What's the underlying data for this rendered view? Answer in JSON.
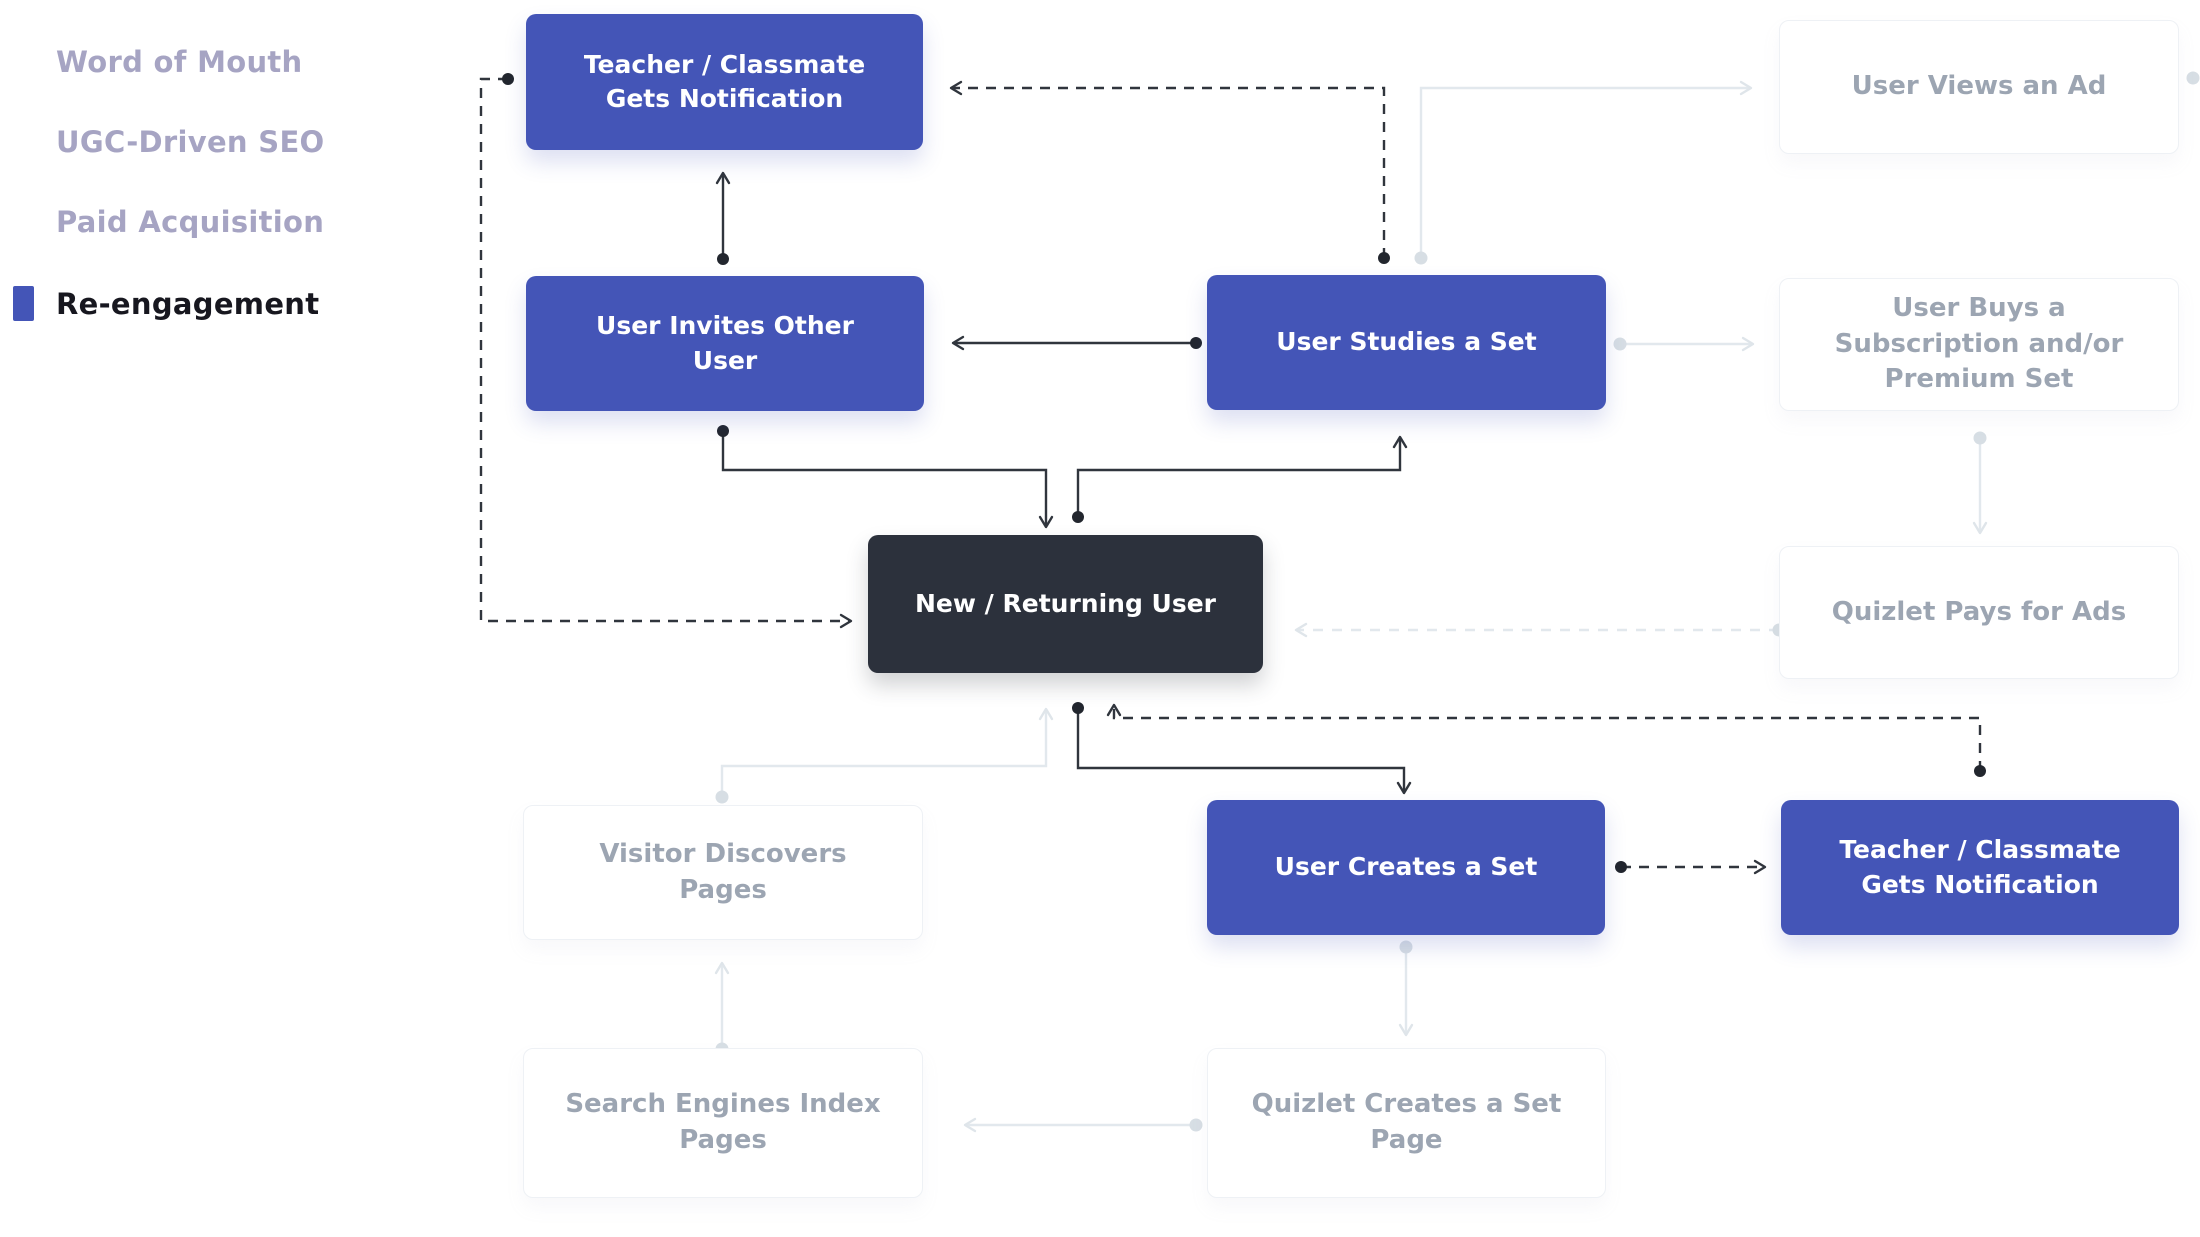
{
  "sidebar": {
    "items": [
      {
        "label": "Word of Mouth",
        "active": false
      },
      {
        "label": "UGC-Driven SEO",
        "active": false
      },
      {
        "label": "Paid Acquisition",
        "active": false
      },
      {
        "label": "Re-engagement",
        "active": true
      }
    ]
  },
  "nodes": {
    "teacher_top": "Teacher / Classmate Gets Notification",
    "user_invites": "User Invites Other User",
    "user_studies": "User Studies a Set",
    "new_returning": "New / Returning User",
    "user_views_ad": "User Views an Ad",
    "user_buys": "User Buys a Subscription and/or Premium Set",
    "quizlet_pays": "Quizlet Pays for Ads",
    "visitor_discovers": "Visitor Discovers Pages",
    "user_creates": "User Creates a Set",
    "teacher_bottom": "Teacher / Classmate Gets Notification",
    "search_engines": "Search Engines Index Pages",
    "quizlet_creates": "Quizlet Creates a Set Page"
  },
  "edges": [
    {
      "from": "User Invites Other User",
      "to": "Teacher / Classmate Gets Notification (top)",
      "style": "solid"
    },
    {
      "from": "User Studies a Set",
      "to": "User Invites Other User",
      "style": "solid"
    },
    {
      "from": "User Invites Other User",
      "to": "New / Returning User",
      "style": "solid"
    },
    {
      "from": "New / Returning User",
      "to": "User Studies a Set",
      "style": "solid"
    },
    {
      "from": "New / Returning User",
      "to": "User Creates a Set",
      "style": "solid"
    },
    {
      "from": "Teacher / Classmate Gets Notification (top)",
      "to": "New / Returning User",
      "style": "dashed"
    },
    {
      "from": "User Studies a Set",
      "to": "Teacher / Classmate Gets Notification (top)",
      "style": "dashed"
    },
    {
      "from": "Teacher / Classmate Gets Notification (bottom)",
      "to": "New / Returning User",
      "style": "dashed"
    },
    {
      "from": "User Creates a Set",
      "to": "Teacher / Classmate Gets Notification (bottom)",
      "style": "dashed"
    },
    {
      "from": "User Studies a Set",
      "to": "User Views an Ad",
      "style": "faded"
    },
    {
      "from": "User Studies a Set",
      "to": "User Buys a Subscription and/or Premium Set",
      "style": "faded"
    },
    {
      "from": "User Buys a Subscription and/or Premium Set",
      "to": "Quizlet Pays for Ads",
      "style": "faded"
    },
    {
      "from": "Quizlet Pays for Ads",
      "to": "New / Returning User",
      "style": "faded-dashed"
    },
    {
      "from": "Visitor Discovers Pages",
      "to": "New / Returning User",
      "style": "faded"
    },
    {
      "from": "Search Engines Index Pages",
      "to": "Visitor Discovers Pages",
      "style": "faded"
    },
    {
      "from": "User Creates a Set",
      "to": "Quizlet Creates a Set Page",
      "style": "faded"
    },
    {
      "from": "Quizlet Creates a Set Page",
      "to": "Search Engines Index Pages",
      "style": "faded"
    }
  ],
  "colors": {
    "primary_box": "#4455b7",
    "dark_box": "#2c313c",
    "faded_text": "#9ca5b2",
    "sidebar_muted": "#a6a4c3",
    "sidebar_active": "#17171f",
    "line_dark": "#30353d",
    "line_light": "#e2e8ed",
    "background": "#ffffff"
  }
}
